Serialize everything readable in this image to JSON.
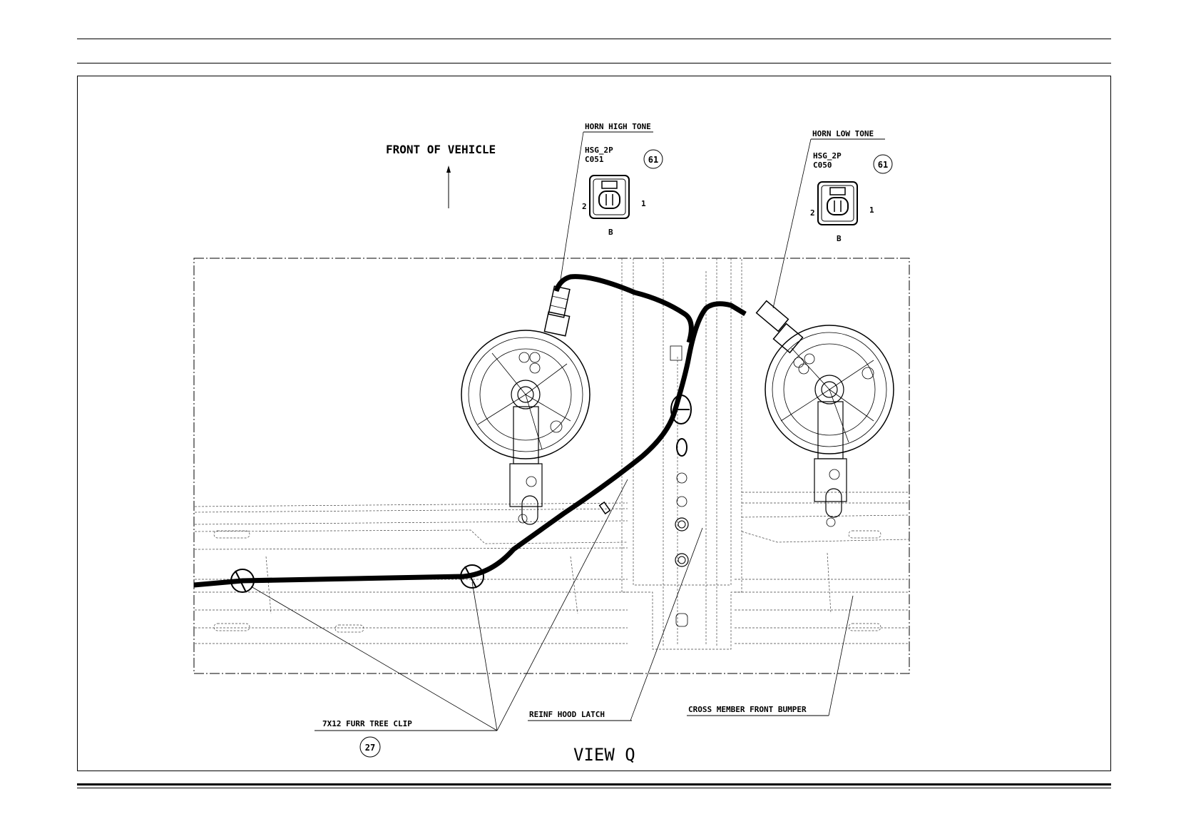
{
  "header": {},
  "labels": {
    "front_of_vehicle": "FRONT OF VEHICLE",
    "horn_high_tone": "HORN HIGH TONE",
    "horn_low_tone": "HORN LOW TONE",
    "furr_tree_clip": "7X12  FURR TREE CLIP",
    "reinf_hood_latch": "REINF HOOD LATCH",
    "cross_member": "CROSS MEMBER FRONT BUMPER",
    "view": "VIEW Q"
  },
  "connectors": [
    {
      "housing": "HSG_2P",
      "id": "C051",
      "callout": "61",
      "pin_left": "2",
      "pin_right": "1",
      "face": "B"
    },
    {
      "housing": "HSG_2P",
      "id": "C050",
      "callout": "61",
      "pin_left": "2",
      "pin_right": "1",
      "face": "B"
    }
  ],
  "callouts": {
    "clip": "27"
  }
}
